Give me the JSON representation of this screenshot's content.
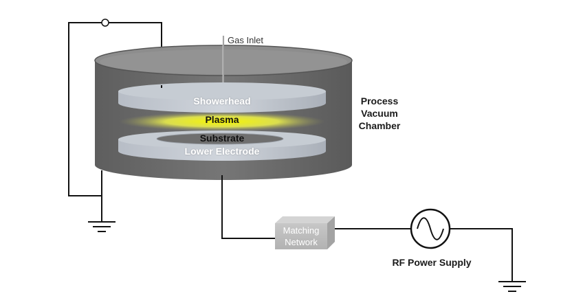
{
  "diagram": {
    "labels": {
      "gas_inlet": "Gas Inlet",
      "showerhead": "Showerhead",
      "plasma": "Plasma",
      "substrate": "Substrate",
      "lower_electrode": "Lower Electrode",
      "chamber_line1": "Process",
      "chamber_line2": "Vacuum",
      "chamber_line3": "Chamber",
      "matching_line1": "Matching",
      "matching_line2": "Network",
      "rf_power_supply": "RF Power Supply"
    },
    "colors": {
      "chamber_body": "#6e6e6e",
      "chamber_top": "#8c8c8c",
      "electrode_disc": "#c3c9d1",
      "plasma_glow": "#f2f23a",
      "matching_box": "#bdbdbd",
      "wire": "#111111"
    }
  }
}
